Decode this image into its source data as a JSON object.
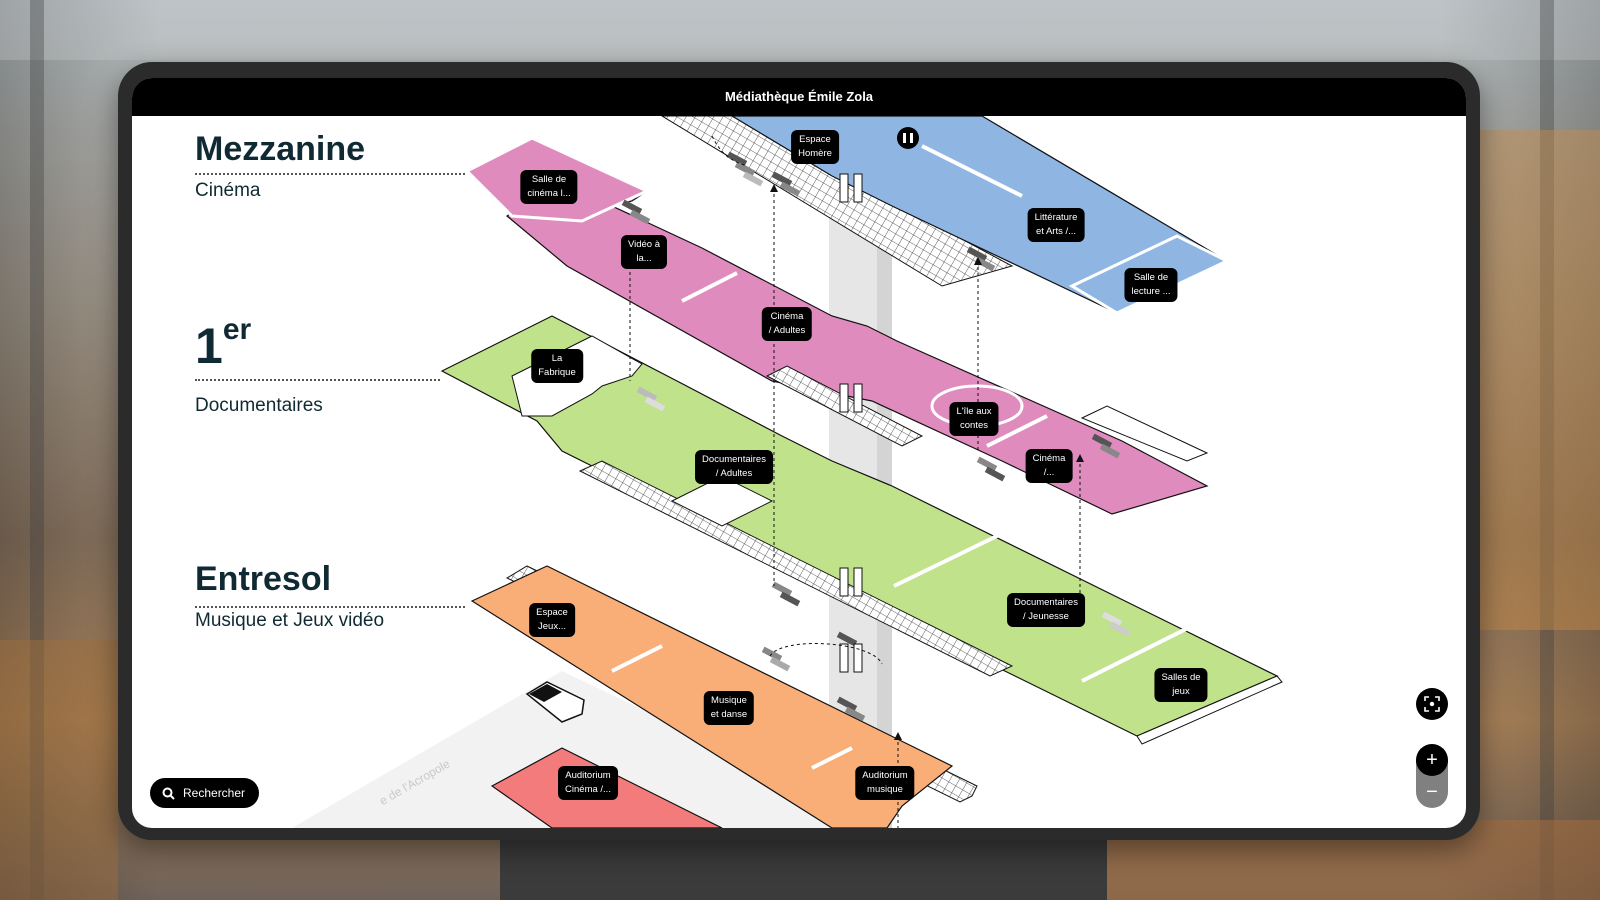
{
  "app": {
    "title": "Médiathèque Émile Zola"
  },
  "floors": [
    {
      "name": "Mezzanine",
      "name_sup": "",
      "theme": "Cinéma",
      "color": "#e08bbd"
    },
    {
      "name": "1",
      "name_sup": "er",
      "theme": "Documentaires",
      "color": "#bfe28a"
    },
    {
      "name": "Entresol",
      "name_sup": "",
      "theme": "Musique et Jeux vidéo",
      "color": "#f9ae78"
    }
  ],
  "areas": {
    "mezzanine": [
      {
        "label": "Salle de\ncinéma l..."
      },
      {
        "label": "Vidéo à\nla..."
      },
      {
        "label": "Cinéma\n/ Adultes"
      },
      {
        "label": "L'île aux\ncontes"
      },
      {
        "label": "Cinéma\n/..."
      },
      {
        "label": "Espace\nHomère"
      },
      {
        "label": "Littérature\net Arts /..."
      },
      {
        "label": "Salle de\nlecture ..."
      }
    ],
    "premier": [
      {
        "label": "La\nFabrique"
      },
      {
        "label": "Documentaires\n/ Adultes"
      },
      {
        "label": "Documentaires\n/ Jeunesse"
      },
      {
        "label": "Salles de\njeux"
      }
    ],
    "entresol": [
      {
        "label": "Espace\nJeux..."
      },
      {
        "label": "Musique\net danse"
      },
      {
        "label": "Auditorium\nmusique"
      },
      {
        "label": "Auditorium\nCinéma /..."
      }
    ]
  },
  "street": "e de l'Acropole",
  "controls": {
    "search_label": "Rechercher",
    "zoom_in": "+",
    "zoom_out": "−",
    "recenter_icon": "recenter-icon",
    "search_icon": "search-icon"
  },
  "colors": {
    "pink": "#e08bbd",
    "blue": "#8fb6e3",
    "green": "#bfe28a",
    "orange": "#f9ae78",
    "red": "#f47b7b",
    "title_text": "#0f2a33"
  }
}
